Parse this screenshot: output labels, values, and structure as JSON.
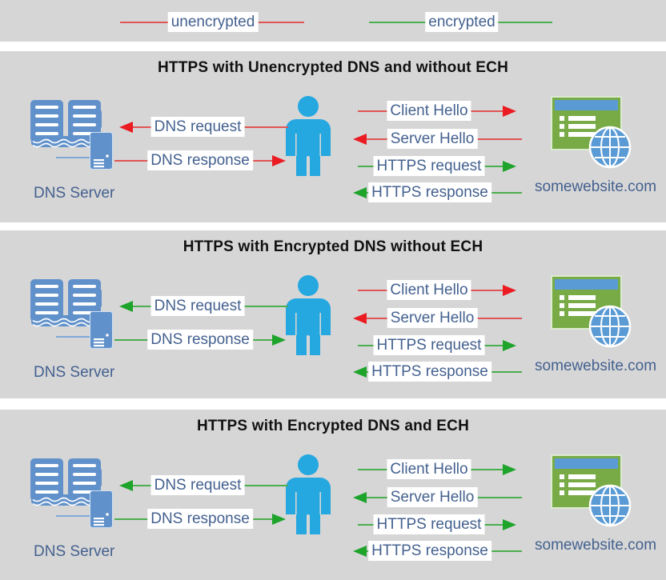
{
  "palette": {
    "unencrypted_line": "#e05555",
    "unencrypted_arrowhead": "#ea1c22",
    "encrypted_line": "#4bae50",
    "encrypted_arrowhead": "#1ea32b",
    "person_blue": "#25a7e0",
    "dns_icon_blue": "#6191ca",
    "website_green": "#78ab46",
    "globe_blue": "#5b9bd5",
    "panel_background": "#d6d6d6",
    "label_text": "#44618f"
  },
  "legend": {
    "items": [
      {
        "label": "unencrypted",
        "line_color": "#e05555"
      },
      {
        "label": "encrypted",
        "line_color": "#4bae50"
      }
    ]
  },
  "panels": [
    {
      "title": "HTTPS with Unencrypted DNS and without ECH",
      "dns_server_label": "DNS Server",
      "website_label": "somewebsite.com",
      "arrows": {
        "dns_request": {
          "label": "DNS request",
          "direction": "left",
          "line": "#e05555",
          "head": "#ea1c22"
        },
        "dns_response": {
          "label": "DNS response",
          "direction": "right",
          "line": "#e05555",
          "head": "#ea1c22"
        },
        "client_hello": {
          "label": "Client Hello",
          "direction": "right",
          "line": "#e05555",
          "head": "#ea1c22"
        },
        "server_hello": {
          "label": "Server Hello",
          "direction": "left",
          "line": "#e05555",
          "head": "#ea1c22"
        },
        "https_request": {
          "label": "HTTPS request",
          "direction": "right",
          "line": "#4bae50",
          "head": "#1ea32b"
        },
        "https_response": {
          "label": "HTTPS response",
          "direction": "left",
          "line": "#4bae50",
          "head": "#1ea32b"
        }
      }
    },
    {
      "title": "HTTPS with Encrypted DNS without ECH",
      "dns_server_label": "DNS Server",
      "website_label": "somewebsite.com",
      "arrows": {
        "dns_request": {
          "label": "DNS request",
          "direction": "left",
          "line": "#4bae50",
          "head": "#1ea32b"
        },
        "dns_response": {
          "label": "DNS response",
          "direction": "right",
          "line": "#4bae50",
          "head": "#1ea32b"
        },
        "client_hello": {
          "label": "Client Hello",
          "direction": "right",
          "line": "#e05555",
          "head": "#ea1c22"
        },
        "server_hello": {
          "label": "Server Hello",
          "direction": "left",
          "line": "#e05555",
          "head": "#ea1c22"
        },
        "https_request": {
          "label": "HTTPS request",
          "direction": "right",
          "line": "#4bae50",
          "head": "#1ea32b"
        },
        "https_response": {
          "label": "HTTPS response",
          "direction": "left",
          "line": "#4bae50",
          "head": "#1ea32b"
        }
      }
    },
    {
      "title": "HTTPS with Encrypted DNS and ECH",
      "dns_server_label": "DNS Server",
      "website_label": "somewebsite.com",
      "arrows": {
        "dns_request": {
          "label": "DNS request",
          "direction": "left",
          "line": "#4bae50",
          "head": "#1ea32b"
        },
        "dns_response": {
          "label": "DNS response",
          "direction": "right",
          "line": "#4bae50",
          "head": "#1ea32b"
        },
        "client_hello": {
          "label": "Client Hello",
          "direction": "right",
          "line": "#4bae50",
          "head": "#1ea32b"
        },
        "server_hello": {
          "label": "Server Hello",
          "direction": "left",
          "line": "#4bae50",
          "head": "#1ea32b"
        },
        "https_request": {
          "label": "HTTPS request",
          "direction": "right",
          "line": "#4bae50",
          "head": "#1ea32b"
        },
        "https_response": {
          "label": "HTTPS response",
          "direction": "left",
          "line": "#4bae50",
          "head": "#1ea32b"
        }
      }
    }
  ]
}
